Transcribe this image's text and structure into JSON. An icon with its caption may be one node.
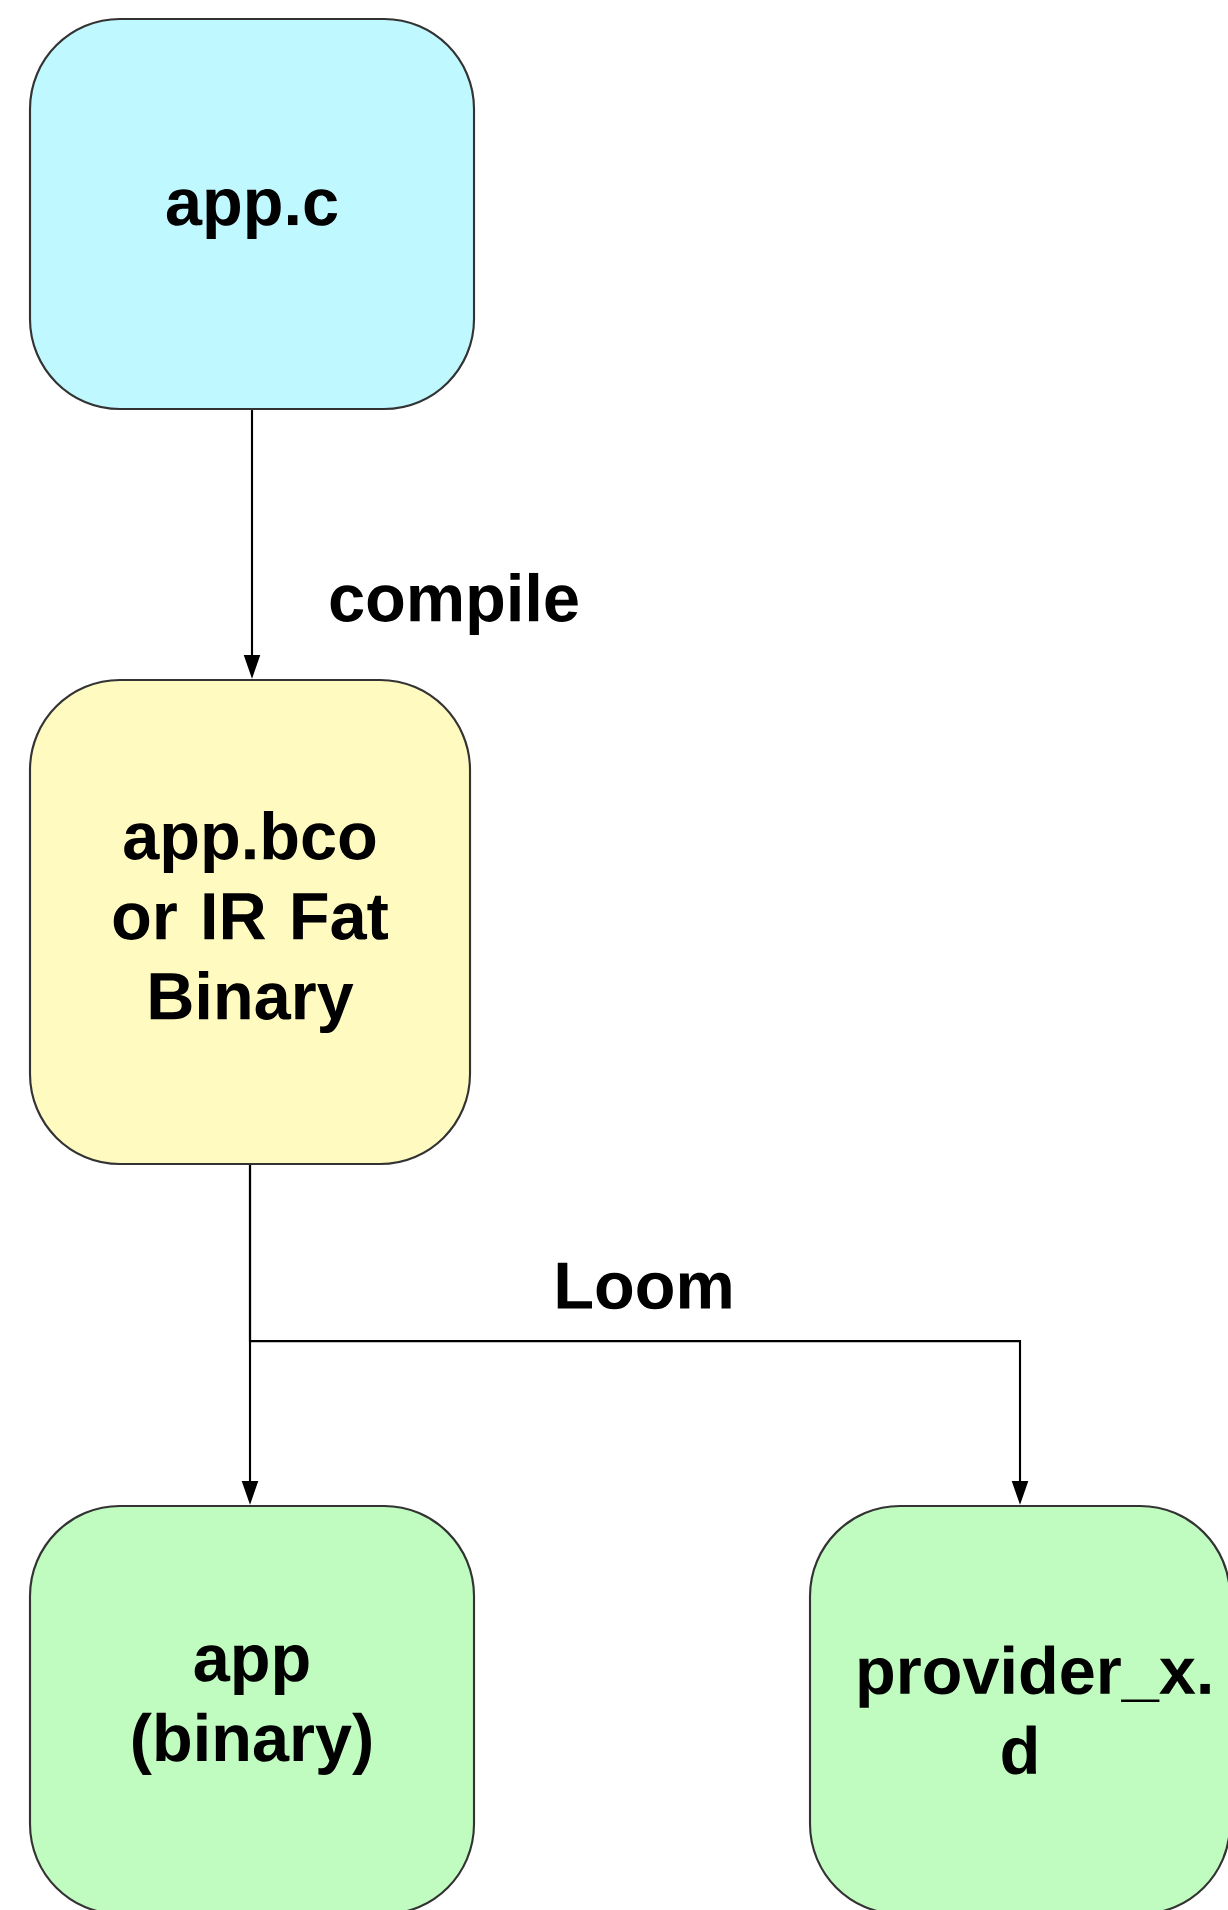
{
  "diagram": {
    "nodes": [
      {
        "text": [
          "app.c"
        ]
      },
      {
        "text": [
          "app.bco or IR Fat Binary"
        ]
      },
      {
        "text": [
          "app (binary)"
        ]
      },
      {
        "text": [
          "provider_x.d"
        ]
      }
    ],
    "edges": [
      {
        "from": 0,
        "to": 1,
        "arrow": "to",
        "label": "compile"
      },
      {
        "from": 1,
        "to": 2,
        "arrow": "to"
      },
      {
        "from": 1,
        "to": 3,
        "arrow": "to",
        "label": "Loom"
      }
    ]
  }
}
